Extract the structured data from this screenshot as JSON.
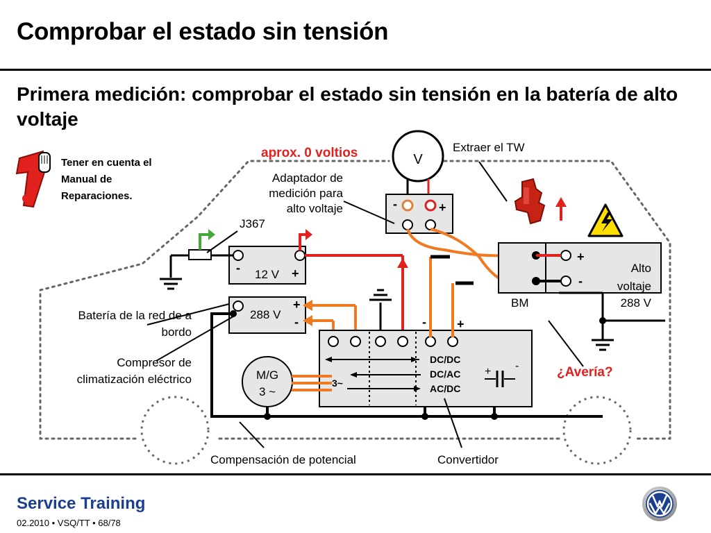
{
  "header": {
    "title": "Comprobar el estado sin tensión",
    "subtitle": "Primera medición: comprobar el estado sin tensión en la batería de alto voltaje"
  },
  "note": {
    "lines": [
      "Tener en cuenta el",
      "Manual de",
      "Reparaciones."
    ]
  },
  "labels": {
    "voltage_reading": "aprox. 0 voltios",
    "voltmeter": "V",
    "adapter": [
      "Adaptador de",
      "medición para",
      "alto voltaje"
    ],
    "remove_tw": "Extraer el TW",
    "j367": "J367",
    "battery_12v": "12 V",
    "battery_288v": "288 V",
    "hv_battery": [
      "Alto",
      "voltaje",
      "288 V"
    ],
    "bm": "BM",
    "onboard_battery": [
      "Batería de la red de a",
      "bordo"
    ],
    "compressor": [
      "Compresor de",
      "climatización eléctrico"
    ],
    "mg": [
      "M/G",
      "3 ~"
    ],
    "converter_modes": [
      "DC/DC",
      "DC/AC",
      "AC/DC"
    ],
    "three_phase": "3~",
    "fault": "¿Avería?",
    "equipotential": "Compensación de potencial",
    "converter": "Convertidor",
    "plus": "+",
    "minus": "-"
  },
  "footer": {
    "brand": "Service Training",
    "meta": "02.2010 • VSQ/TT • 68/78"
  },
  "colors": {
    "red": "#e0211d",
    "orange": "#f07a22",
    "green": "#46a83a",
    "footer_blue": "#1a3f91",
    "warning_yellow": "#ffde00",
    "box_gray": "#e6e6e6"
  }
}
